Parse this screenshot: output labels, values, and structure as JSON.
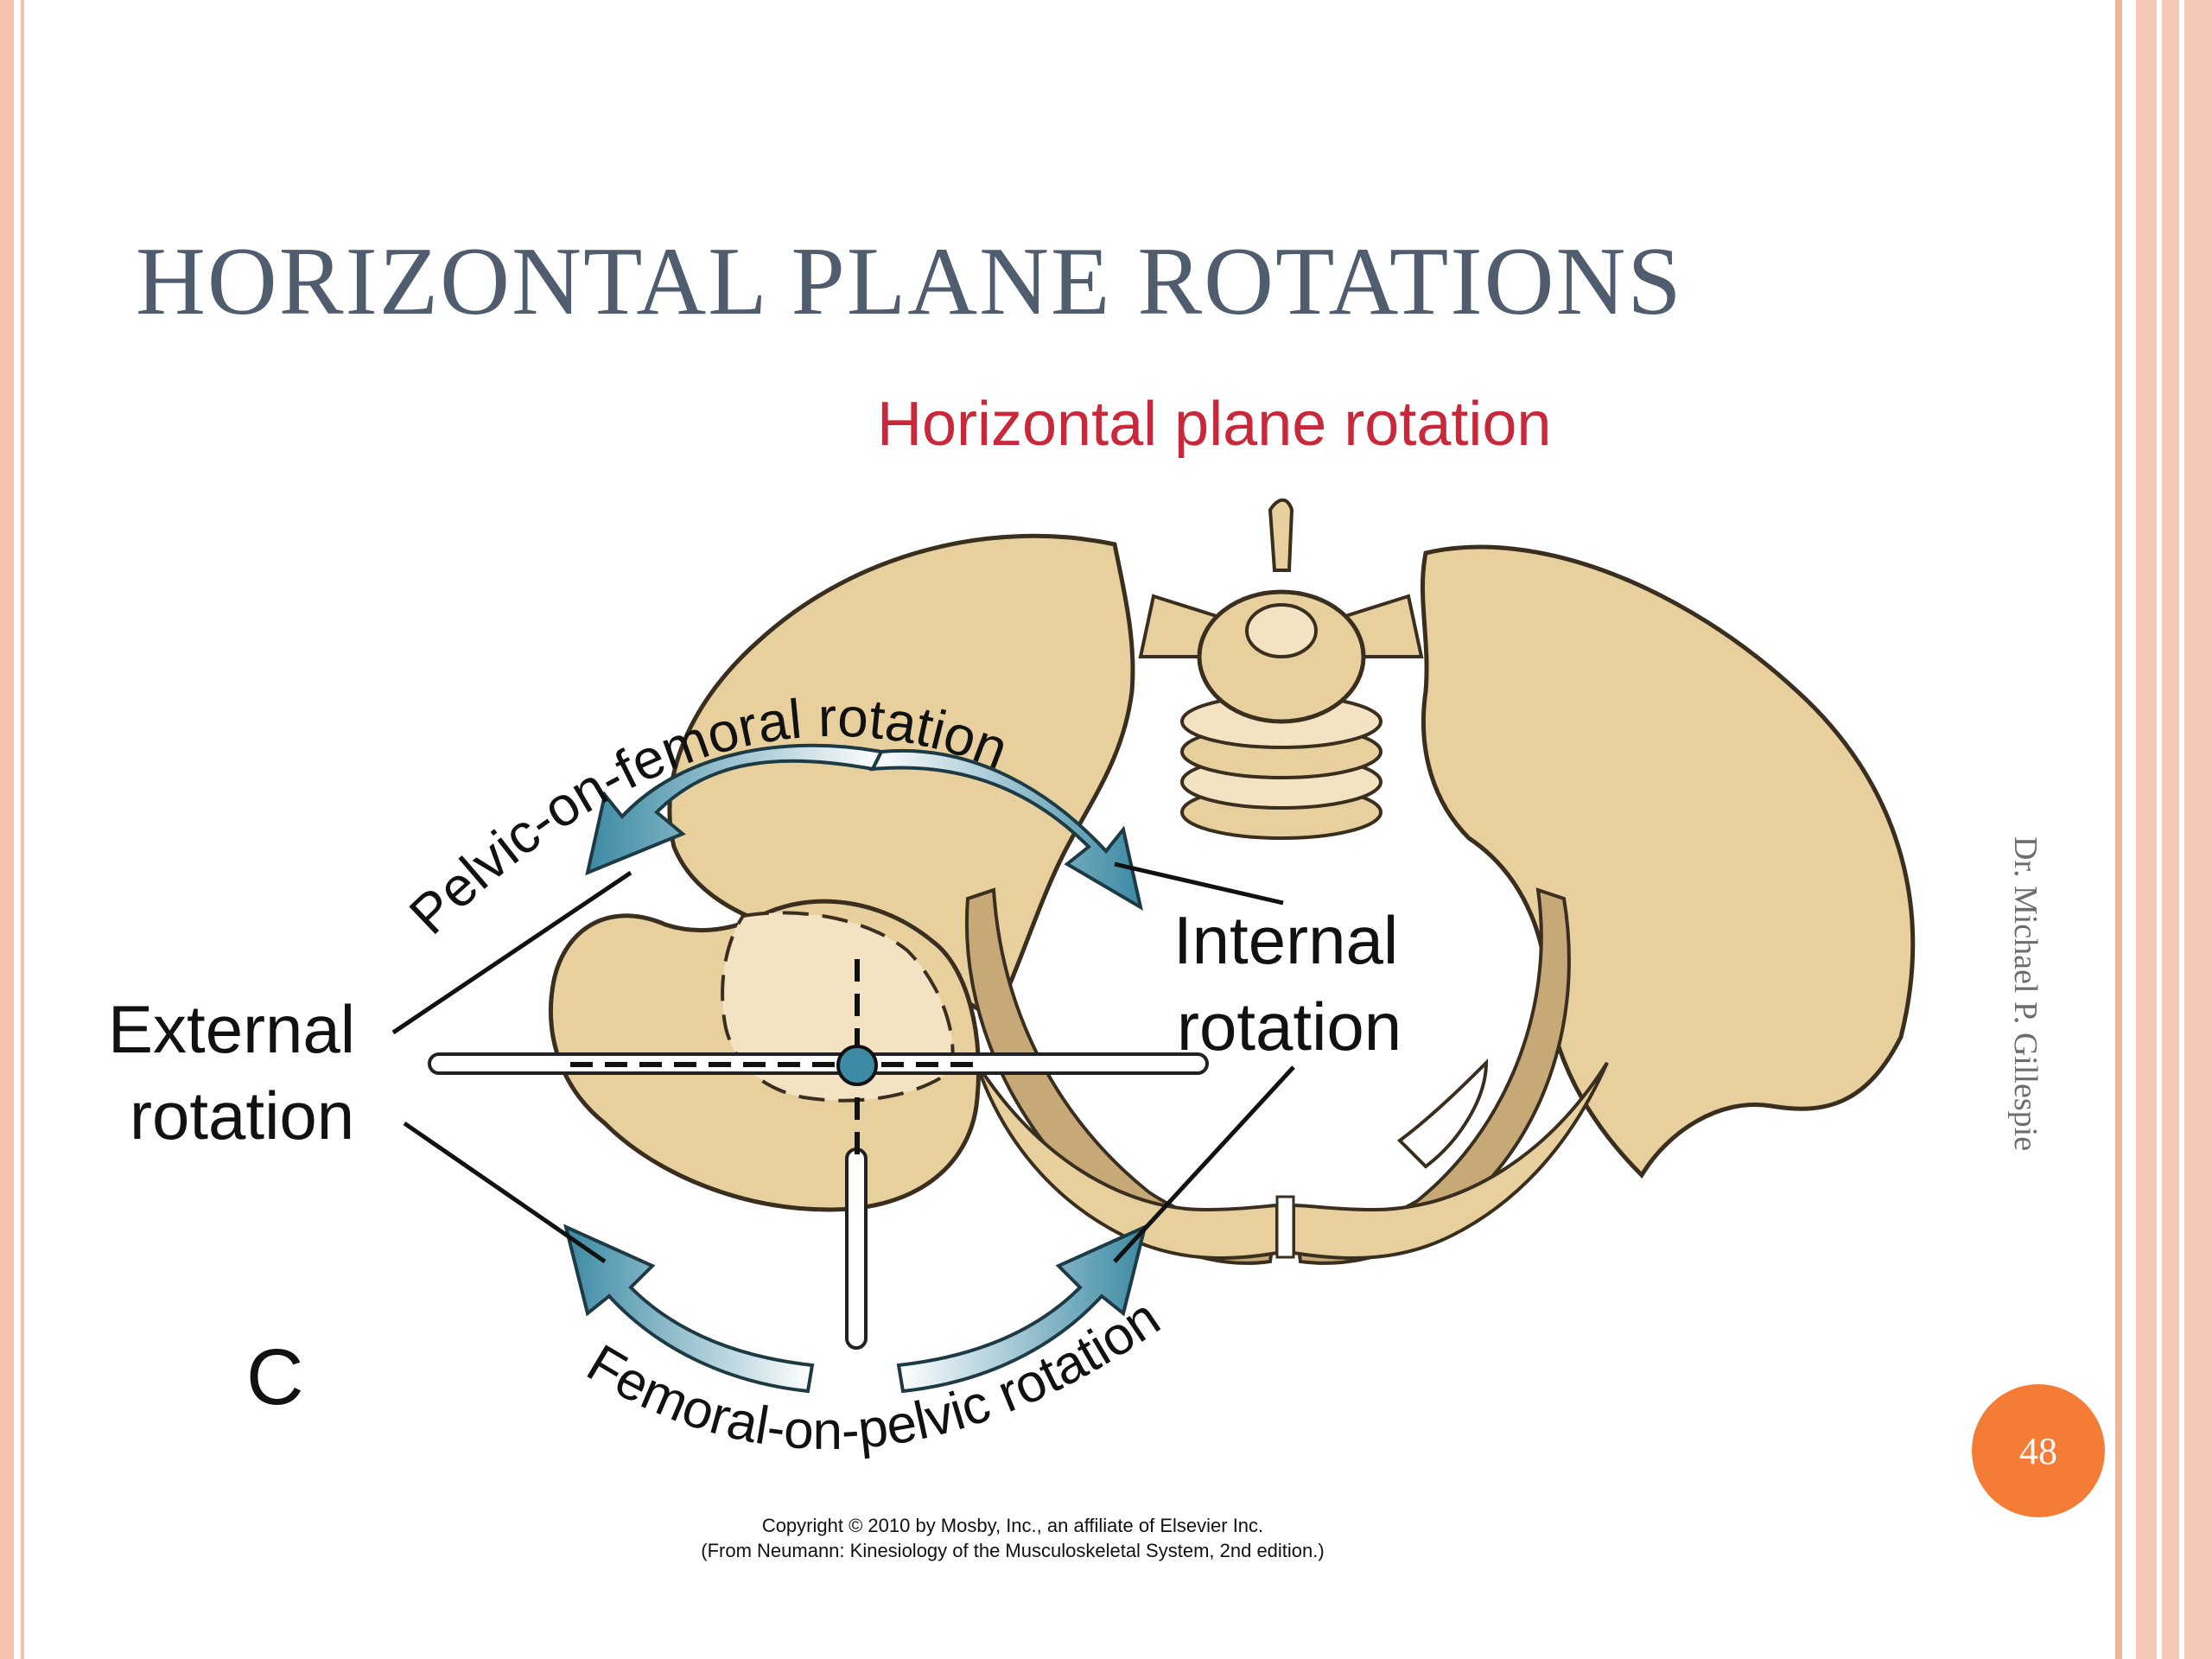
{
  "slide": {
    "title": "HORIZONTAL PLANE ROTATIONS",
    "author": "Dr. Michael P. Gillespie",
    "page_number": "48"
  },
  "figure": {
    "heading": "Horizontal plane rotation",
    "panel_letter": "C",
    "labels": {
      "external_line1": "External",
      "external_line2": "rotation",
      "internal_line1": "Internal",
      "internal_line2": "rotation",
      "pelvic_on_femoral": "Pelvic-on-femoral rotation",
      "femoral_on_pelvic": "Femoral-on-pelvic rotation"
    },
    "credit_line1": "Copyright © 2010 by Mosby, Inc., an affiliate of Elsevier Inc.",
    "credit_line2": "(From Neumann: Kinesiology of the Musculoskeletal System, 2nd edition.)"
  },
  "colors": {
    "bone": "#e8cf9e",
    "bone_shadow": "#c7a877",
    "bone_light": "#f3e3c2",
    "arrow": "#3c8aa4",
    "heading_red": "#c9283a",
    "accent_orange": "#f47c36"
  }
}
